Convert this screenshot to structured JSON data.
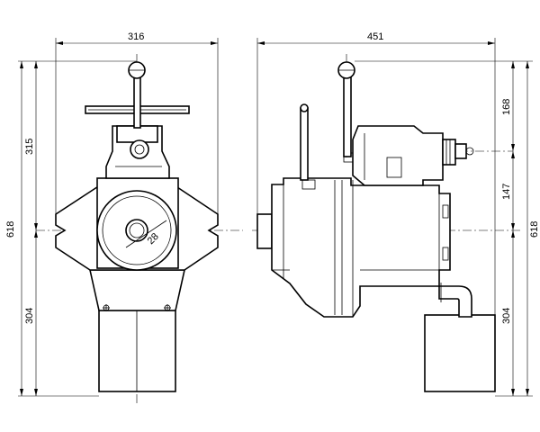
{
  "drawing": {
    "front_width": "316",
    "side_width": "451",
    "left_total_height": "618",
    "left_upper_height": "315",
    "left_lower_height": "304",
    "right_total_height": "618",
    "right_top_height": "168",
    "right_mid_height": "147",
    "right_lower_height": "304",
    "flange_label": "28"
  }
}
